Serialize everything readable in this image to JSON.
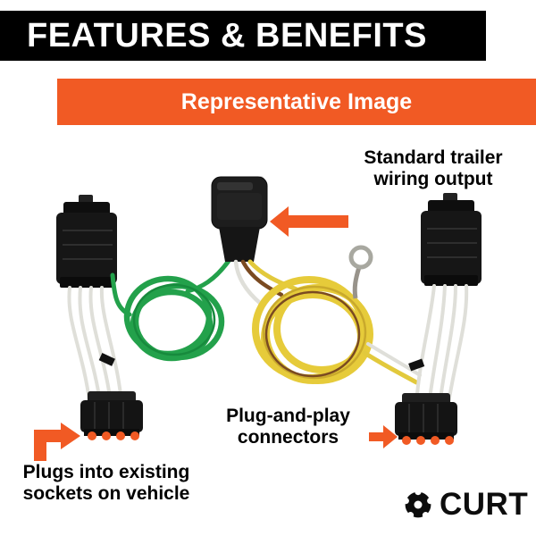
{
  "header": {
    "title": "FEATURES & BENEFITS"
  },
  "banner": {
    "label": "Representative Image"
  },
  "annotations": {
    "trailer_output": "Standard trailer\nwiring output",
    "plug_and_play": "Plug-and-play\nconnectors",
    "existing_sockets": "Plugs into existing\nsockets on vehicle"
  },
  "logo": {
    "brand": "CURT"
  },
  "colors": {
    "brand_orange": "#f15a24",
    "banner_black": "#000000",
    "wire_green": "#23a14b",
    "wire_yellow": "#e6cb3a",
    "wire_brown": "#7a4a21",
    "wire_white": "#dfdfd9",
    "connector_black": "#161616"
  },
  "icons": {
    "logo_icon": "curt-pinwheel-icon",
    "arrow_left": "arrow-left-icon",
    "arrow_right": "arrow-right-icon",
    "arrow_elbow": "arrow-elbow-right-icon"
  }
}
